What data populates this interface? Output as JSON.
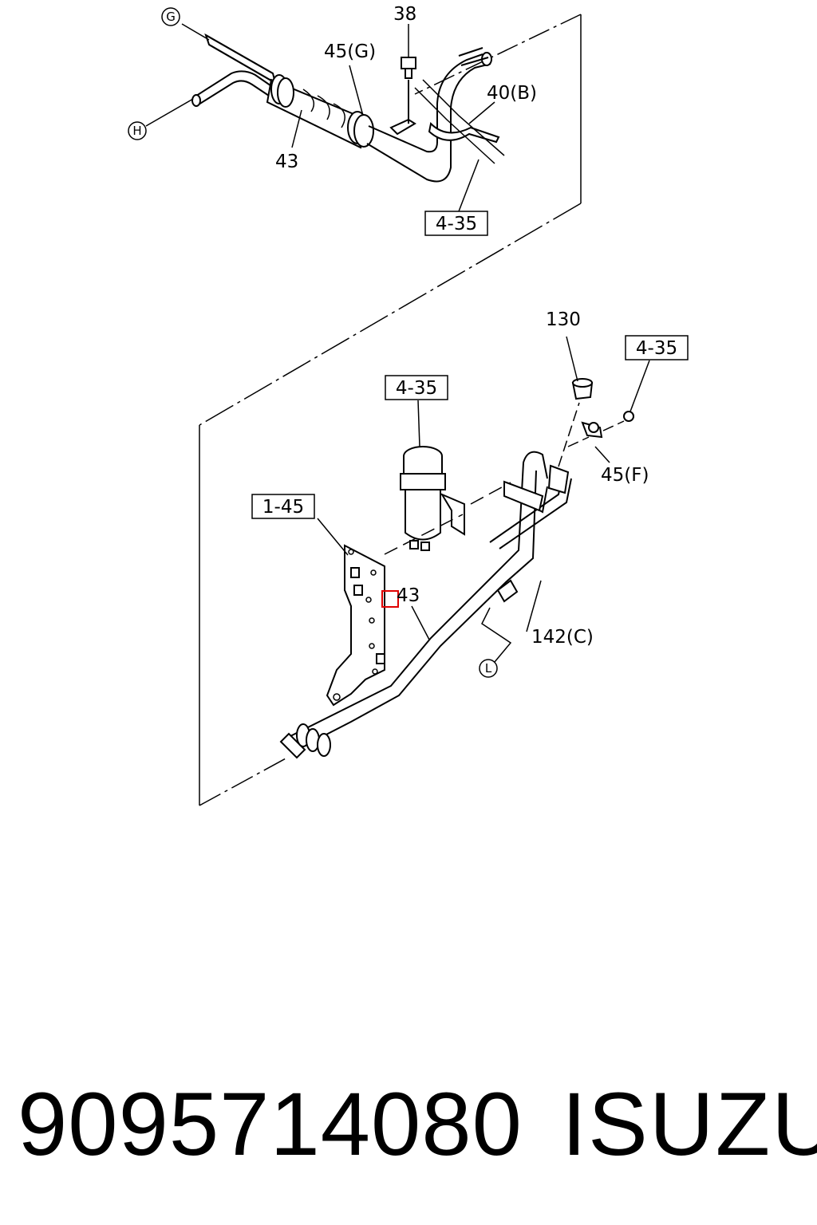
{
  "callouts": {
    "g": "G",
    "h": "H",
    "l": "L",
    "n38": "38",
    "n45g": "45(G)",
    "n40b": "40(B)",
    "n43_top": "43",
    "ref_top": "4-35",
    "n130": "130",
    "ref_right": "4-35",
    "ref_center": "4-35",
    "ref_left": "1-45",
    "n45f": "45(F)",
    "n43_bottom": "43",
    "n142c": "142(C)"
  },
  "footer": {
    "part_number": "9095714080",
    "brand": "ISUZU"
  },
  "colors": {
    "line": "#000000",
    "highlight": "#e00000"
  }
}
